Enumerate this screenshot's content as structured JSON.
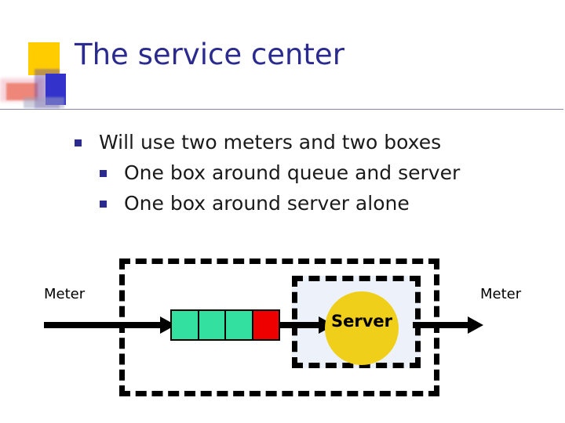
{
  "slide": {
    "title": "The service center",
    "bullets": [
      {
        "level": 1,
        "text": "Will use two meters and two boxes"
      },
      {
        "level": 2,
        "text": "One box around queue and server"
      },
      {
        "level": 2,
        "text": "One box around server alone"
      }
    ],
    "diagram": {
      "meter_left_label": "Meter",
      "meter_right_label": "Meter",
      "server_label": "Server",
      "queue_cells": [
        {
          "color": "#33e0a0"
        },
        {
          "color": "#33e0a0"
        },
        {
          "color": "#33e0a0"
        },
        {
          "color": "#ee0000"
        }
      ],
      "colors": {
        "server_fill": "#f0cf1b",
        "inner_box_fill": "#edf2fa",
        "dashed_border": "#000000",
        "queue_green": "#33e0a0",
        "queue_red": "#ee0000",
        "title_color": "#2b2b8f",
        "bullet_marker": "#2b2b8f"
      }
    }
  }
}
